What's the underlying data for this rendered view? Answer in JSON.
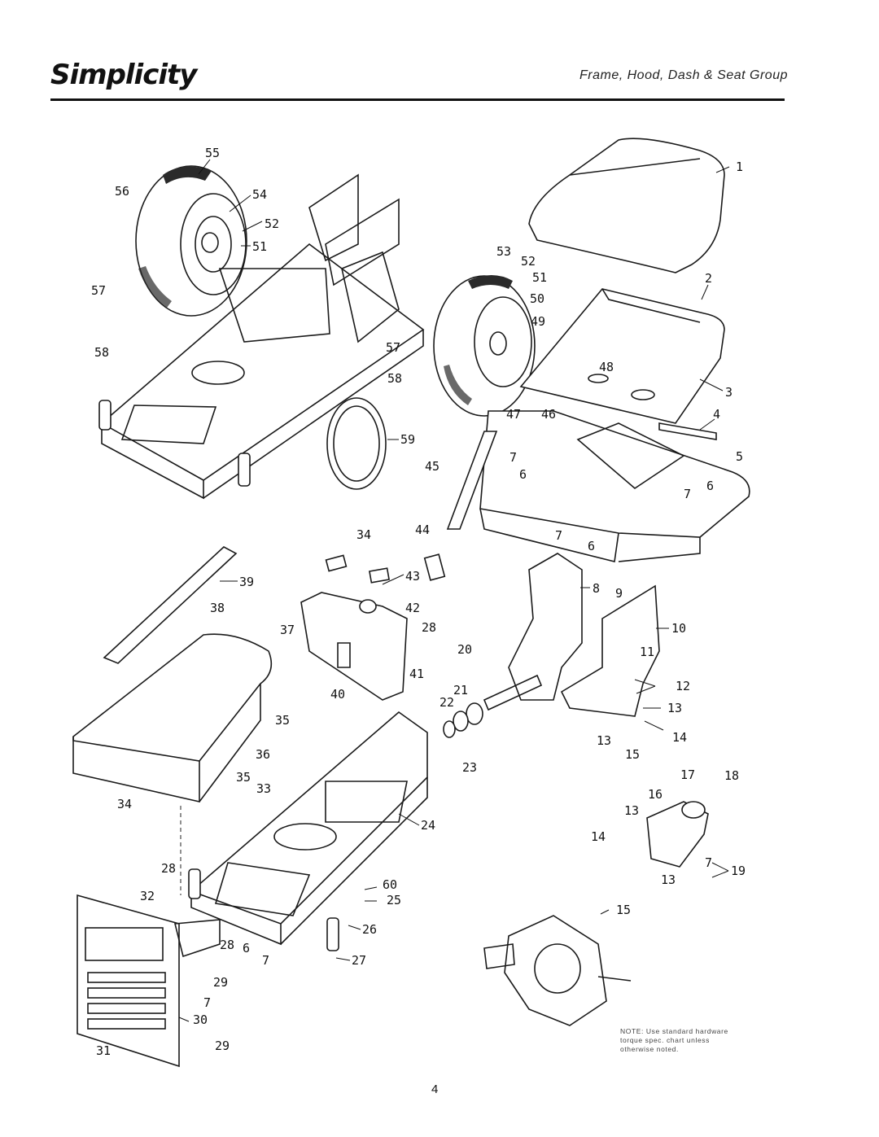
{
  "header": {
    "brand": "Simplicity",
    "section_title": "Frame, Hood, Dash & Seat Group"
  },
  "callouts": [
    {
      "id": "c55",
      "label": "55"
    },
    {
      "id": "c56",
      "label": "56"
    },
    {
      "id": "c54",
      "label": "54"
    },
    {
      "id": "c52a",
      "label": "52"
    },
    {
      "id": "c51a",
      "label": "51"
    },
    {
      "id": "c57a",
      "label": "57"
    },
    {
      "id": "c58a",
      "label": "58"
    },
    {
      "id": "c1",
      "label": "1"
    },
    {
      "id": "c2",
      "label": "2"
    },
    {
      "id": "c53",
      "label": "53"
    },
    {
      "id": "c52b",
      "label": "52"
    },
    {
      "id": "c51b",
      "label": "51"
    },
    {
      "id": "c50",
      "label": "50"
    },
    {
      "id": "c49",
      "label": "49"
    },
    {
      "id": "c48",
      "label": "48"
    },
    {
      "id": "c57b",
      "label": "57"
    },
    {
      "id": "c58b",
      "label": "58"
    },
    {
      "id": "c3",
      "label": "3"
    },
    {
      "id": "c47",
      "label": "47"
    },
    {
      "id": "c46",
      "label": "46"
    },
    {
      "id": "c4",
      "label": "4"
    },
    {
      "id": "c59",
      "label": "59"
    },
    {
      "id": "c7a",
      "label": "7"
    },
    {
      "id": "c5",
      "label": "5"
    },
    {
      "id": "c45",
      "label": "45"
    },
    {
      "id": "c6a",
      "label": "6"
    },
    {
      "id": "c6b",
      "label": "6"
    },
    {
      "id": "c7b",
      "label": "7"
    },
    {
      "id": "c34a",
      "label": "34"
    },
    {
      "id": "c44",
      "label": "44"
    },
    {
      "id": "c7c",
      "label": "7"
    },
    {
      "id": "c6c",
      "label": "6"
    },
    {
      "id": "c39",
      "label": "39"
    },
    {
      "id": "c43",
      "label": "43"
    },
    {
      "id": "c8",
      "label": "8"
    },
    {
      "id": "c38",
      "label": "38"
    },
    {
      "id": "c42",
      "label": "42"
    },
    {
      "id": "c9",
      "label": "9"
    },
    {
      "id": "c37",
      "label": "37"
    },
    {
      "id": "c28a",
      "label": "28"
    },
    {
      "id": "c10",
      "label": "10"
    },
    {
      "id": "c20",
      "label": "20"
    },
    {
      "id": "c11",
      "label": "11"
    },
    {
      "id": "c41",
      "label": "41"
    },
    {
      "id": "c12",
      "label": "12"
    },
    {
      "id": "c40",
      "label": "40"
    },
    {
      "id": "c21",
      "label": "21"
    },
    {
      "id": "c22",
      "label": "22"
    },
    {
      "id": "c35a",
      "label": "35"
    },
    {
      "id": "c13a",
      "label": "13"
    },
    {
      "id": "c14a",
      "label": "14"
    },
    {
      "id": "c13b",
      "label": "13"
    },
    {
      "id": "c15a",
      "label": "15"
    },
    {
      "id": "c36",
      "label": "36"
    },
    {
      "id": "c23",
      "label": "23"
    },
    {
      "id": "c35b",
      "label": "35"
    },
    {
      "id": "c17",
      "label": "17"
    },
    {
      "id": "c18",
      "label": "18"
    },
    {
      "id": "c33",
      "label": "33"
    },
    {
      "id": "c16",
      "label": "16"
    },
    {
      "id": "c34b",
      "label": "34"
    },
    {
      "id": "c13c",
      "label": "13"
    },
    {
      "id": "c24",
      "label": "24"
    },
    {
      "id": "c14b",
      "label": "14"
    },
    {
      "id": "c28b",
      "label": "28"
    },
    {
      "id": "c7d",
      "label": "7"
    },
    {
      "id": "c19",
      "label": "19"
    },
    {
      "id": "c60",
      "label": "60"
    },
    {
      "id": "c13d",
      "label": "13"
    },
    {
      "id": "c32",
      "label": "32"
    },
    {
      "id": "c25",
      "label": "25"
    },
    {
      "id": "c15b",
      "label": "15"
    },
    {
      "id": "c26",
      "label": "26"
    },
    {
      "id": "c28c",
      "label": "28"
    },
    {
      "id": "c6d",
      "label": "6"
    },
    {
      "id": "c7e",
      "label": "7"
    },
    {
      "id": "c27",
      "label": "27"
    },
    {
      "id": "c29a",
      "label": "29"
    },
    {
      "id": "c7f",
      "label": "7"
    },
    {
      "id": "c30",
      "label": "30"
    },
    {
      "id": "c31",
      "label": "31"
    },
    {
      "id": "c29b",
      "label": "29"
    }
  ],
  "note": {
    "line1": "NOTE: Use standard hardware",
    "line2": "torque spec. chart unless",
    "line3": "otherwise noted."
  },
  "footer": {
    "page_number": "4"
  }
}
